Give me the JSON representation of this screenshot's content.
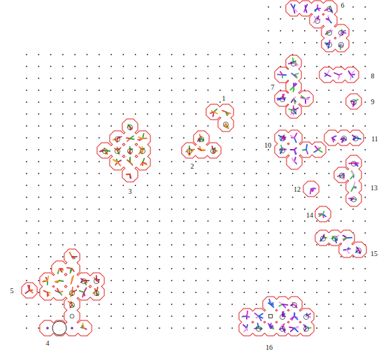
{
  "diagram": {
    "labels": [
      "6",
      "8",
      "7",
      "1",
      "9",
      "11",
      "10",
      "2",
      "13",
      "12",
      "3",
      "14",
      "15",
      "5",
      "4",
      "16"
    ]
  }
}
